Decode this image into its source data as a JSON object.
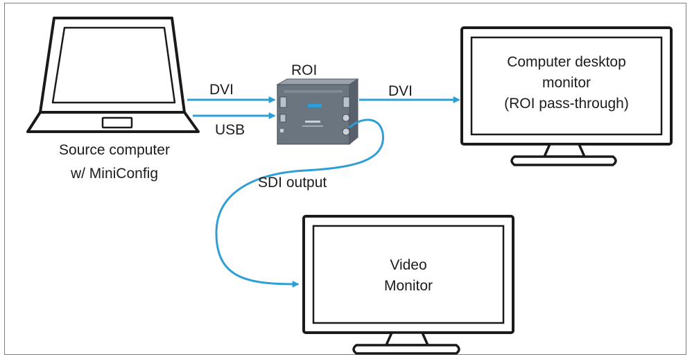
{
  "diagram": {
    "colors": {
      "arrow": "#2e9fd6",
      "outline": "#1a1a1a",
      "device_body": "#6b7580",
      "frame_border": "#7d7d7d"
    },
    "nodes": {
      "source_computer": {
        "line1": "Source computer",
        "line2": "w/ MiniConfig",
        "icon": "laptop-icon"
      },
      "roi": {
        "label": "ROI",
        "icon": "converter-box-icon"
      },
      "desktop_monitor": {
        "line1": "Computer desktop",
        "line2": "monitor",
        "line3": "(ROI pass-through)",
        "icon": "monitor-icon"
      },
      "video_monitor": {
        "line1": "Video",
        "line2": "Monitor",
        "icon": "monitor-icon"
      }
    },
    "edges": {
      "dvi_in": "DVI",
      "usb": "USB",
      "dvi_out": "DVI",
      "sdi": "SDI output"
    }
  }
}
